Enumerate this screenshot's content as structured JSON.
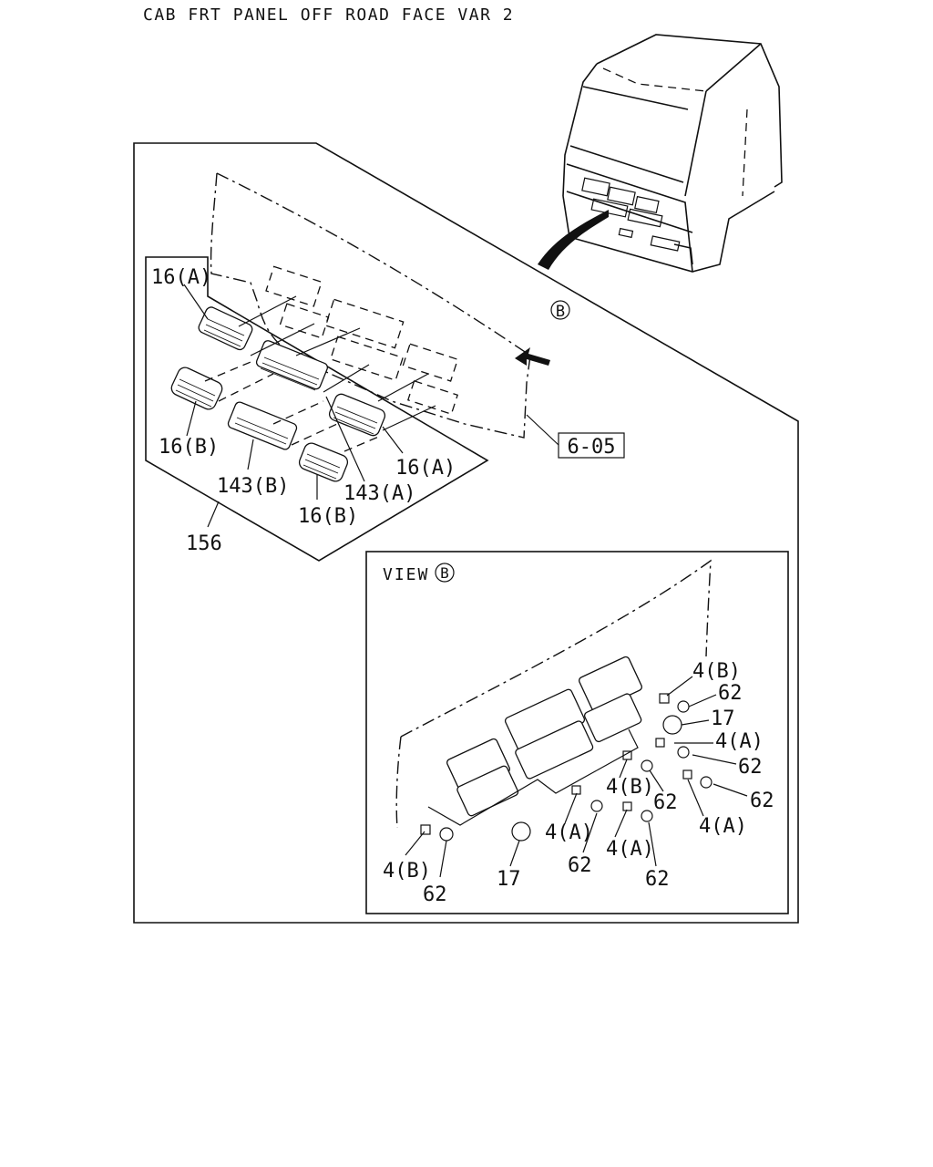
{
  "title": "CAB FRT PANEL OFF ROAD FACE VAR 2",
  "view_marker": "B",
  "view_label": "VIEW",
  "reference": "6-05",
  "callouts_main": {
    "c1": "16(A)",
    "c2": "16(B)",
    "c3": "143(B)",
    "c4": "16(B)",
    "c5": "143(A)",
    "c6": "16(A)",
    "c7": "156"
  },
  "callouts_view": {
    "v1": "4(B)",
    "v2": "62",
    "v3": "17",
    "v4": "4(A)",
    "v5": "62",
    "v6": "4(B)",
    "v7": "62",
    "v8": "62",
    "v9": "4(A)",
    "v10": "4(A)",
    "v11": "4(A)",
    "v12": "62",
    "v13": "62",
    "v14": "4(B)",
    "v15": "17",
    "v16": "62"
  }
}
